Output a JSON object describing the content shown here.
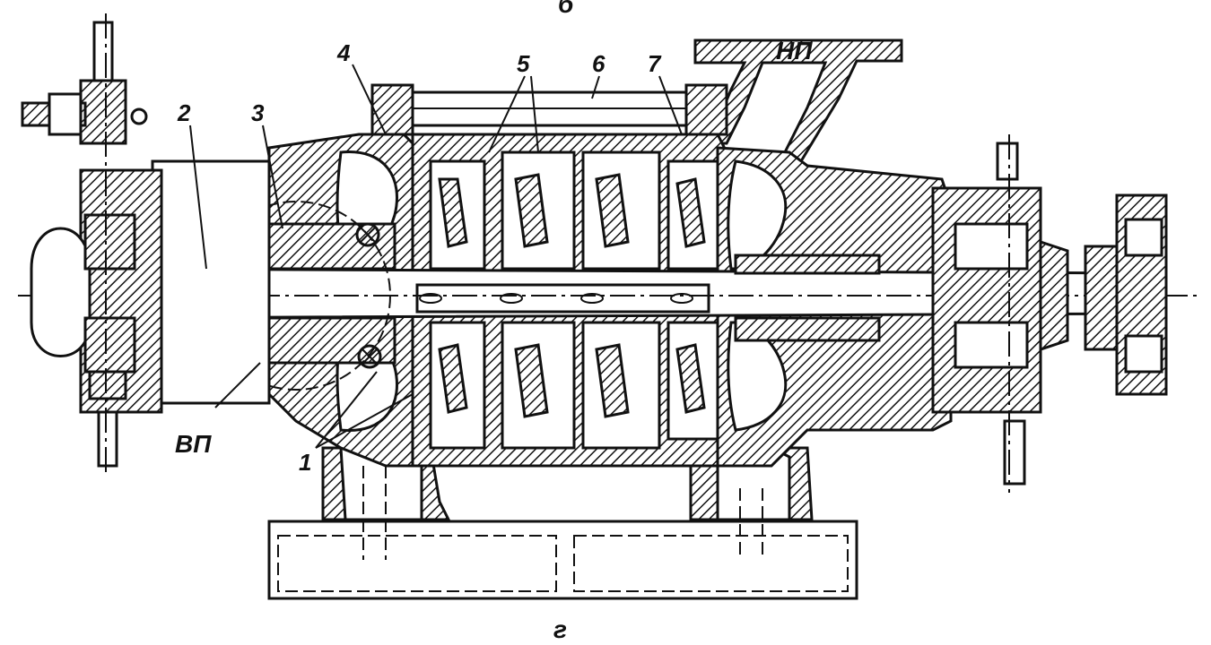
{
  "labels": {
    "top": "б",
    "bottom": "г",
    "np": "НП",
    "vp": "ВП",
    "n1": "1",
    "n2": "2",
    "n3": "3",
    "n4": "4",
    "n5": "5",
    "n6": "6",
    "n7": "7"
  }
}
